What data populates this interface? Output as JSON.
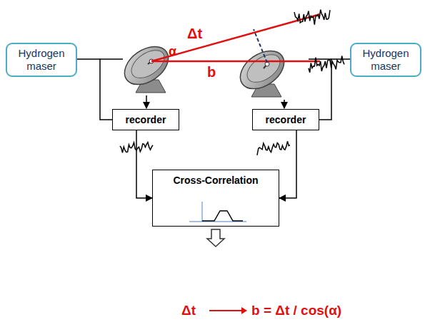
{
  "diagram": {
    "nodes": [
      {
        "text": [
          "Hydrogen maser"
        ]
      },
      {
        "text": [
          "Hydrogen maser"
        ]
      },
      {
        "text": [
          "recorder"
        ]
      },
      {
        "text": [
          "recorder"
        ]
      },
      {
        "text": [
          "Cross-Correlation"
        ]
      }
    ],
    "edges": [
      {
        "from": 0,
        "to": 2,
        "arrow": "none"
      },
      {
        "from": 1,
        "to": 3,
        "arrow": "none"
      },
      {
        "from": 2,
        "to": 4,
        "arrow": "to"
      },
      {
        "from": 3,
        "to": 4,
        "arrow": "to"
      }
    ],
    "labels": [
      "Δt",
      "α",
      "b",
      "Δt",
      "b = Δt / cos(α)"
    ]
  }
}
